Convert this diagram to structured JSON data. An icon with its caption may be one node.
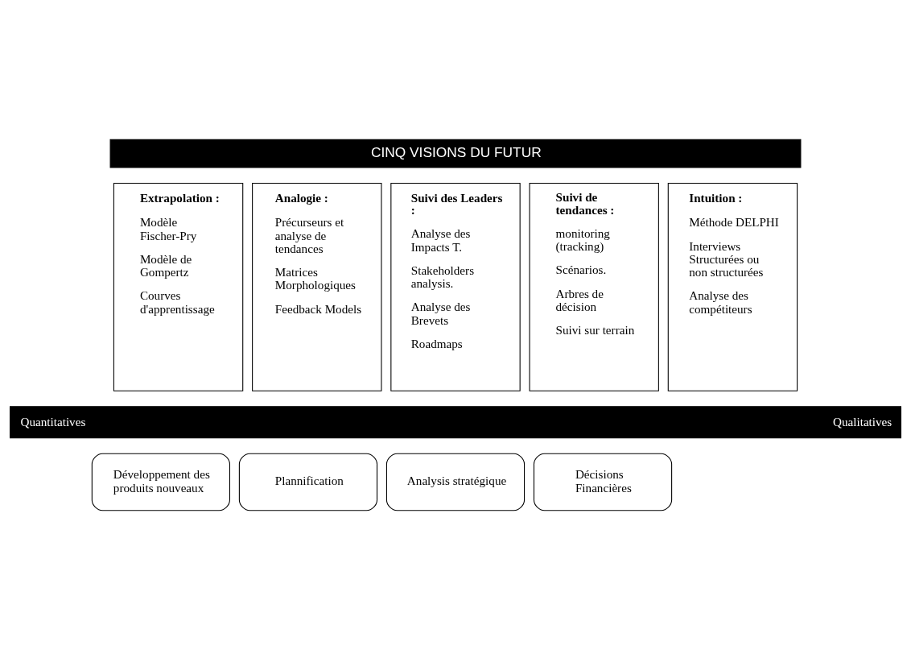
{
  "diagram": {
    "nodes": [
      {
        "text": [
          "CINQ VISIONS DU FUTUR"
        ]
      },
      {
        "text": [
          "Extrapolation :",
          "Modèle Fischer-Pry",
          "Modèle de Gompertz",
          "Courves d'apprentissage"
        ]
      },
      {
        "text": [
          "Analogie :",
          "Précurseurs et analyse de tendances",
          "Matrices Morphologiques",
          "Feedback Models"
        ]
      },
      {
        "text": [
          "Suivi des Leaders :",
          "Analyse des Impacts T.",
          "Stakeholders analysis.",
          "Analyse des Brevets",
          "Roadmaps"
        ]
      },
      {
        "text": [
          "Suivi de tendances :",
          "monitoring (tracking)",
          "Scénarios.",
          "Arbres de décision",
          "Suivi sur terrain"
        ]
      },
      {
        "text": [
          "Intuition :",
          "Méthode DELPHI",
          "Interviews Structurées ou non structurées",
          "Analyse des compétiteurs"
        ]
      },
      {
        "text": [
          "Quantitatives",
          "Qualitatives"
        ]
      },
      {
        "text": [
          "Développement des produits nouveaux"
        ]
      },
      {
        "text": [
          "Plannification"
        ]
      },
      {
        "text": [
          "Analysis stratégique"
        ]
      },
      {
        "text": [
          "Décisions Financières"
        ]
      }
    ],
    "edges": []
  }
}
